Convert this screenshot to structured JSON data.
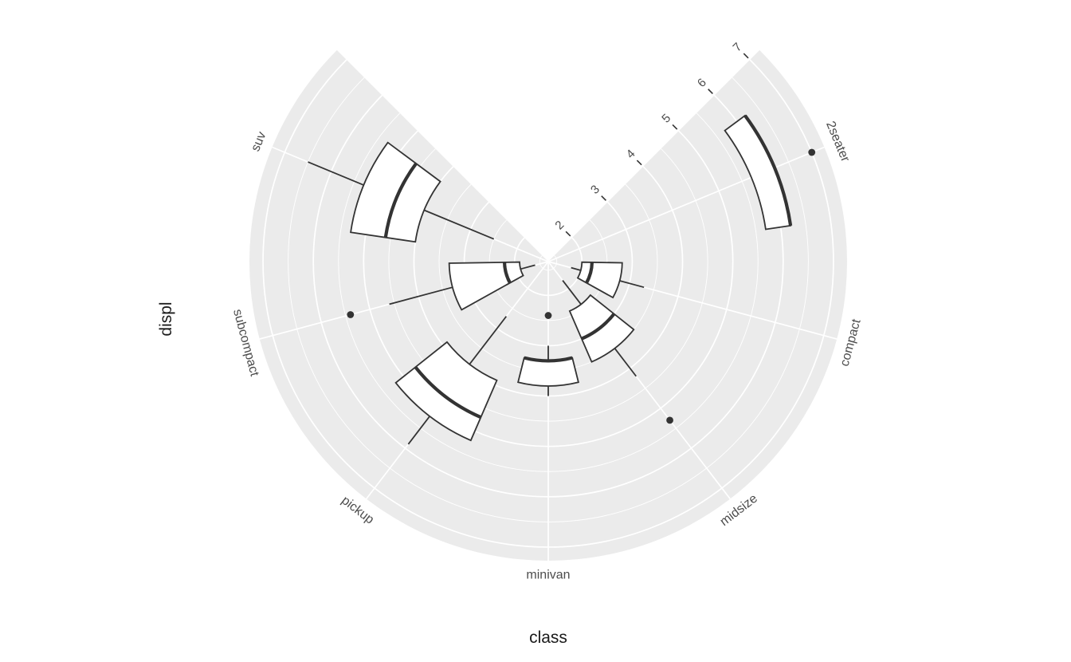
{
  "chart_data": {
    "type": "boxplot",
    "coordinate_system": "polar",
    "title": "",
    "xlabel": "class",
    "ylabel": "displ",
    "r_axis": {
      "tick_labels": [
        "2",
        "3",
        "4",
        "5",
        "6",
        "7"
      ],
      "tick_values": [
        2,
        3,
        4,
        5,
        6,
        7
      ],
      "minor_values": [
        1.5,
        2.5,
        3.5,
        4.5,
        5.5,
        6.5
      ],
      "limits": [
        1.33,
        7.27
      ],
      "axis_angle_deg": 45
    },
    "theta_axis": {
      "start_deg": 45,
      "end_deg": 315,
      "box_width_deg": 28.125
    },
    "categories": [
      "2seater",
      "compact",
      "midsize",
      "minivan",
      "pickup",
      "subcompact",
      "suv"
    ],
    "series": [
      {
        "name": "2seater",
        "angle_deg": 67.5,
        "lower": 5.7,
        "q1": 5.7,
        "median": 6.2,
        "q3": 6.2,
        "upper": 6.2,
        "outliers": [
          7.0
        ]
      },
      {
        "name": "compact",
        "angle_deg": 105.0,
        "lower": 1.8,
        "q1": 2.0,
        "median": 2.2,
        "q3": 2.8,
        "upper": 3.3,
        "outliers": []
      },
      {
        "name": "midsize",
        "angle_deg": 142.5,
        "lower": 1.8,
        "q1": 2.4,
        "median": 3.0,
        "q3": 3.5,
        "upper": 4.2,
        "outliers": [
          5.3
        ]
      },
      {
        "name": "minivan",
        "angle_deg": 180.0,
        "lower": 3.0,
        "q1": 3.3,
        "median": 3.3,
        "q3": 3.8,
        "upper": 4.0,
        "outliers": [
          2.4
        ]
      },
      {
        "name": "pickup",
        "angle_deg": 217.5,
        "lower": 2.7,
        "q1": 3.9,
        "median": 4.7,
        "q3": 5.2,
        "upper": 5.9,
        "outliers": []
      },
      {
        "name": "subcompact",
        "angle_deg": 255.0,
        "lower": 1.6,
        "q1": 1.9,
        "median": 2.2,
        "q3": 3.3,
        "upper": 4.6,
        "outliers": [
          5.4
        ]
      },
      {
        "name": "suv",
        "angle_deg": 292.5,
        "lower": 2.5,
        "q1": 4.0,
        "median": 4.6,
        "q3": 5.3,
        "upper": 6.5,
        "outliers": []
      }
    ],
    "style": {
      "panel_fill": "#EBEBEB",
      "grid_color": "#FFFFFF",
      "box_fill": "#FFFFFF",
      "box_stroke": "#333333",
      "outlier_color": "#333333",
      "axis_text_color": "#4D4D4D",
      "axis_title_color": "#1A1A1A"
    },
    "legend": {
      "show": false
    },
    "grid": {
      "major": true,
      "minor": true
    }
  }
}
